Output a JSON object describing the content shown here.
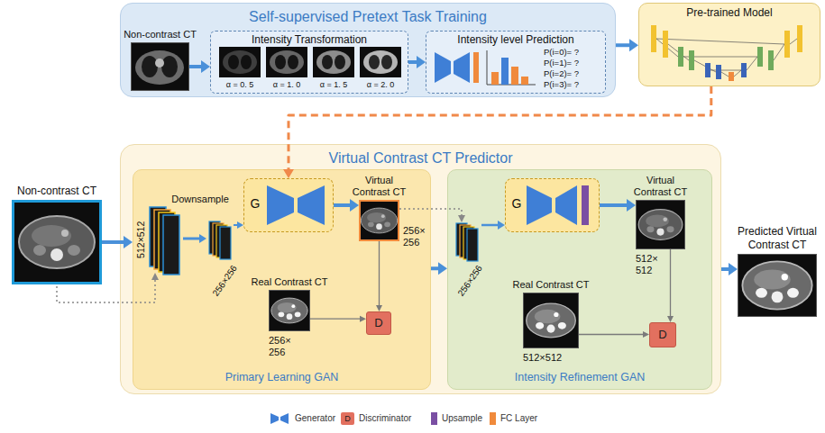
{
  "diagram": {
    "nodes": [
      {
        "text": [
          "Self-supervised Pretext Task Training"
        ]
      },
      {
        "text": [
          "Non-contrast CT"
        ],
        "in": 0
      },
      {
        "text": [
          "Intensity Transformation"
        ],
        "in": 0
      },
      {
        "text": [
          "Intensity level Prediction"
        ],
        "in": 0
      },
      {
        "text": [
          "Pre-trained Model"
        ]
      },
      {
        "text": [
          "Non-contrast CT"
        ]
      },
      {
        "text": [
          "Virtual Contrast CT Predictor"
        ]
      },
      {
        "text": [
          "Primary Learning GAN"
        ],
        "in": 6
      },
      {
        "text": [
          "G"
        ],
        "in": 7
      },
      {
        "text": [
          "Virtual Contrast CT",
          "256× 256"
        ],
        "in": 7
      },
      {
        "text": [
          "Real Contrast CT",
          "256× 256"
        ],
        "in": 7
      },
      {
        "text": [
          "D"
        ],
        "in": 7
      },
      {
        "text": [
          "Intensity Refinement GAN"
        ],
        "in": 6
      },
      {
        "text": [
          "G"
        ],
        "in": 12
      },
      {
        "text": [
          "Virtual Contrast CT",
          "512× 512"
        ],
        "in": 12
      },
      {
        "text": [
          "Real Contrast CT",
          "512×512"
        ],
        "in": 12
      },
      {
        "text": [
          "D"
        ],
        "in": 12
      },
      {
        "text": [
          "Predicted Virtual Contrast CT"
        ]
      }
    ],
    "edges": [
      {
        "from": 1,
        "to": 2,
        "arrow": "to"
      },
      {
        "from": 2,
        "to": 3,
        "arrow": "to"
      },
      {
        "from": 0,
        "to": 4,
        "arrow": "to"
      },
      {
        "from": 4,
        "to": 8,
        "arrow": "to"
      },
      {
        "from": 5,
        "to": 7,
        "arrow": "to"
      },
      {
        "from": 8,
        "to": 9,
        "arrow": "to"
      },
      {
        "from": 9,
        "to": 11,
        "arrow": "to"
      },
      {
        "from": 10,
        "to": 11,
        "arrow": "to"
      },
      {
        "from": 7,
        "to": 12,
        "arrow": "to"
      },
      {
        "from": 13,
        "to": 14,
        "arrow": "to"
      },
      {
        "from": 14,
        "to": 16,
        "arrow": "to"
      },
      {
        "from": 15,
        "to": 16,
        "arrow": "to"
      },
      {
        "from": 6,
        "to": 17,
        "arrow": "to"
      }
    ],
    "labels": [
      "α = 0. 5",
      "α = 1. 0",
      "α = 1. 5",
      "α = 2. 0",
      "P(i=0)= ?",
      "P(i=1)= ?",
      "P(i=2)= ?",
      "P(i=3)= ?",
      "Downsample",
      "512×512",
      "256×256",
      "256×256",
      "D"
    ],
    "legend": [
      {
        "text": "Generator"
      },
      {
        "text": "Discriminator"
      },
      {
        "text": "Upsample",
        "color": "#7a4fa3"
      },
      {
        "text": "FC Layer",
        "color": "#f08a3c"
      }
    ]
  }
}
